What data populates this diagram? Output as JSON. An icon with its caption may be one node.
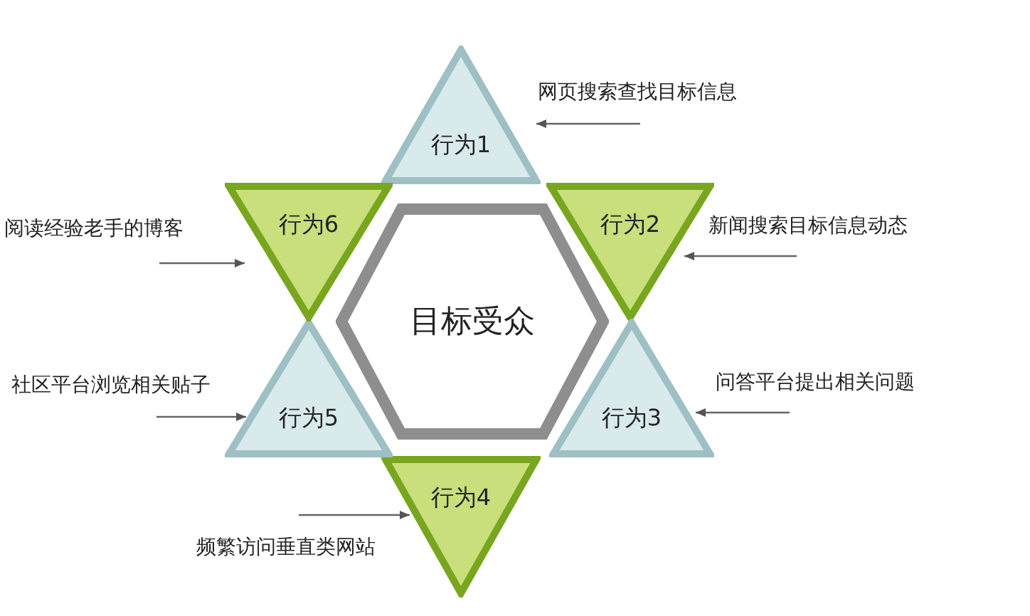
{
  "diagram": {
    "nodes": [
      {
        "text": [
          "目标受众"
        ]
      },
      {
        "text": [
          "行为1"
        ]
      },
      {
        "text": [
          "行为2"
        ]
      },
      {
        "text": [
          "行为3"
        ]
      },
      {
        "text": [
          "行为4"
        ]
      },
      {
        "text": [
          "行为5"
        ]
      },
      {
        "text": [
          "行为6"
        ]
      },
      {
        "text": [
          "网页搜索查找目标信息"
        ]
      },
      {
        "text": [
          "新闻搜索目标信息动态"
        ]
      },
      {
        "text": [
          "问答平台提出相关问题"
        ]
      },
      {
        "text": [
          "频繁访问垂直类网站"
        ]
      },
      {
        "text": [
          "社区平台浏览相关贴子"
        ]
      },
      {
        "text": [
          "阅读经验老手的博客"
        ]
      }
    ],
    "edges": [
      {
        "from": 7,
        "to": 1,
        "arrow": "to"
      },
      {
        "from": 8,
        "to": 2,
        "arrow": "to"
      },
      {
        "from": 9,
        "to": 3,
        "arrow": "to"
      },
      {
        "from": 10,
        "to": 4,
        "arrow": "to"
      },
      {
        "from": 11,
        "to": 5,
        "arrow": "to"
      },
      {
        "from": 12,
        "to": 6,
        "arrow": "to"
      }
    ]
  }
}
